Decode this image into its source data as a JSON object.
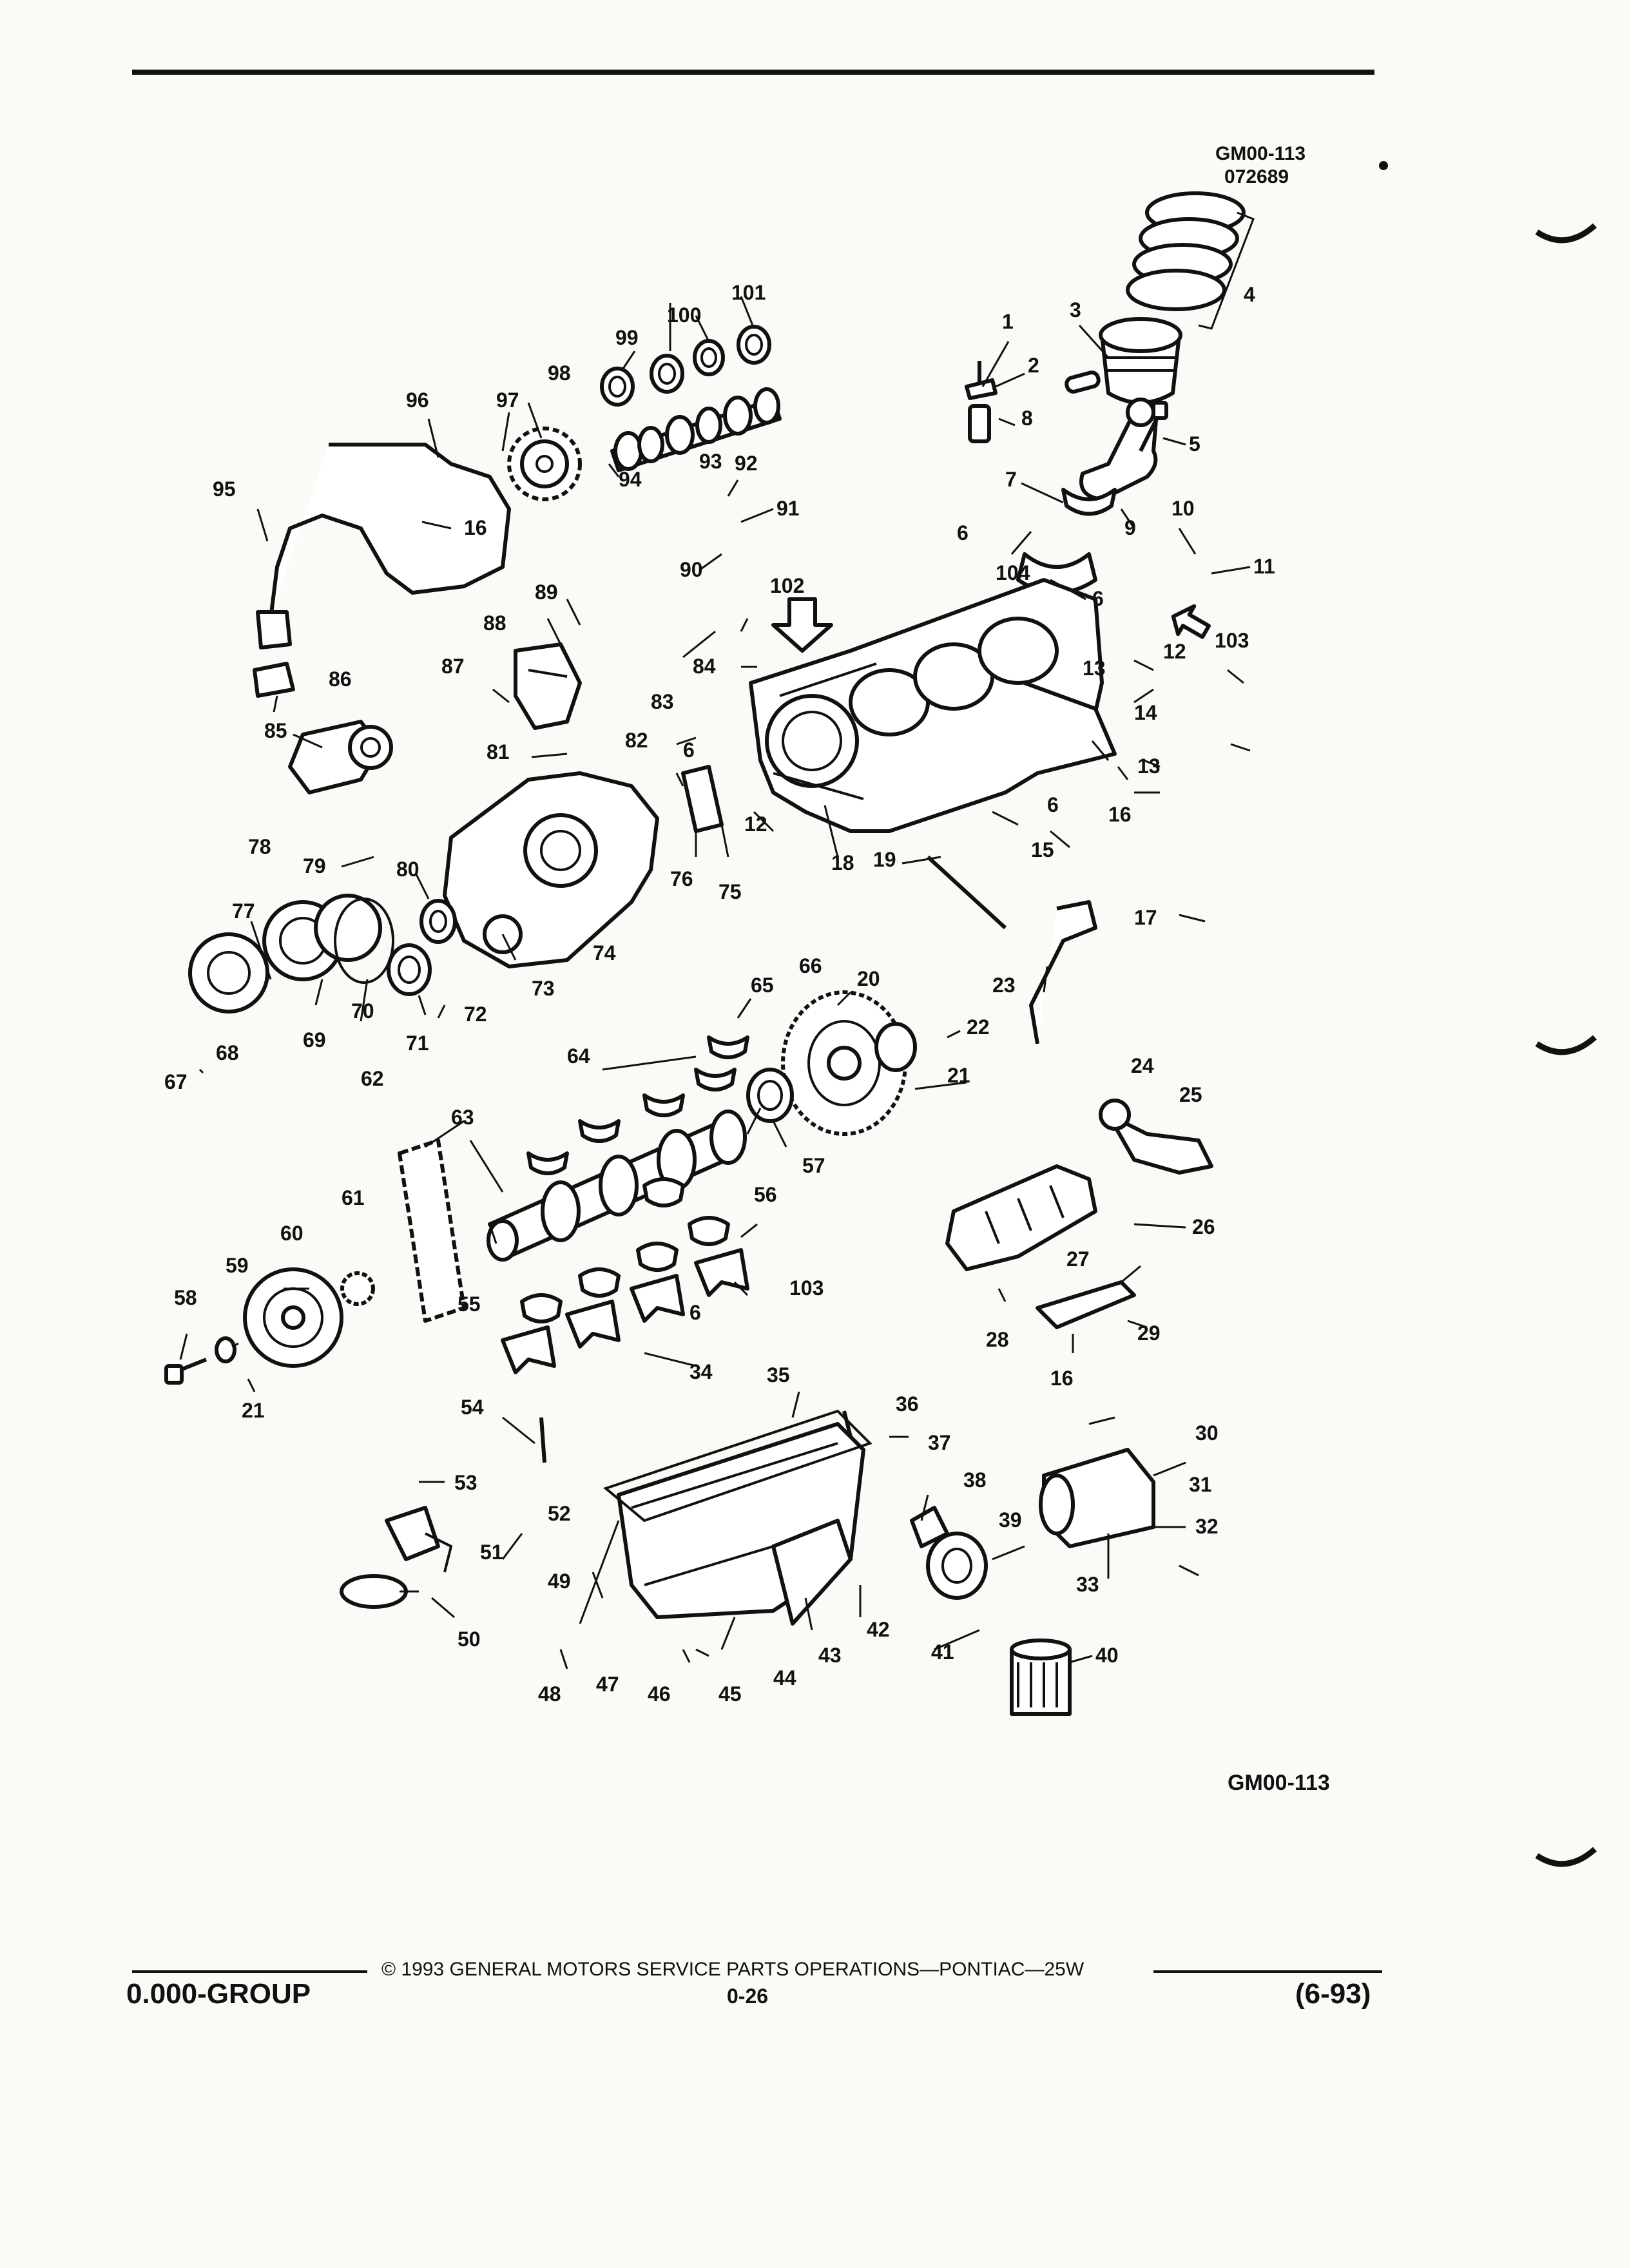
{
  "header": {
    "figure_code": "GM00-113",
    "date_code": "072689"
  },
  "figure_label": "GM00-113",
  "footer": {
    "copyright": "© 1993 GENERAL MOTORS SERVICE PARTS OPERATIONS—PONTIAC—25W",
    "group": "0.000-GROUP",
    "page": "0-26",
    "revision": "(6-93)"
  },
  "callouts": [
    "1",
    "2",
    "3",
    "4",
    "5",
    "6",
    "7",
    "8",
    "9",
    "10",
    "11",
    "12",
    "13",
    "14",
    "15",
    "16",
    "17",
    "18",
    "19",
    "20",
    "21",
    "22",
    "23",
    "24",
    "25",
    "26",
    "27",
    "28",
    "29",
    "30",
    "31",
    "32",
    "33",
    "34",
    "35",
    "36",
    "37",
    "38",
    "39",
    "40",
    "41",
    "42",
    "43",
    "44",
    "45",
    "46",
    "47",
    "48",
    "49",
    "50",
    "51",
    "52",
    "53",
    "54",
    "55",
    "56",
    "57",
    "58",
    "59",
    "60",
    "61",
    "62",
    "63",
    "64",
    "65",
    "66",
    "67",
    "68",
    "69",
    "70",
    "71",
    "72",
    "73",
    "74",
    "75",
    "76",
    "77",
    "78",
    "79",
    "80",
    "81",
    "82",
    "83",
    "84",
    "85",
    "86",
    "87",
    "88",
    "89",
    "90",
    "91",
    "92",
    "93",
    "94",
    "95",
    "96",
    "97",
    "98",
    "99",
    "100",
    "101",
    "102",
    "103",
    "104",
    "6",
    "6",
    "6",
    "12",
    "13",
    "16",
    "16",
    "21",
    "103",
    "6"
  ]
}
